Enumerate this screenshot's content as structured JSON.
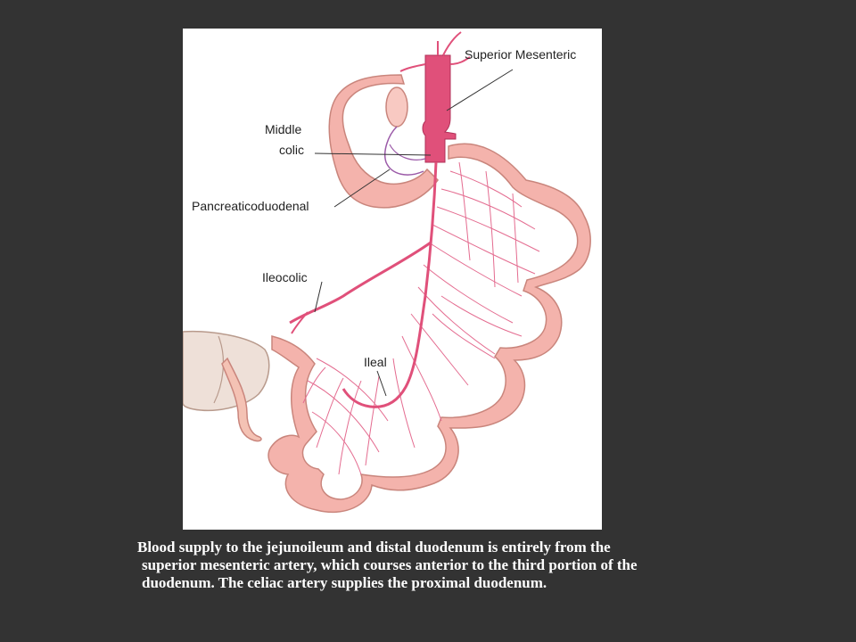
{
  "labels": {
    "superior_mesenteric": "Superior Mesenteric",
    "middle_colic_1": "Middle",
    "middle_colic_2": "colic",
    "pancreaticoduodenal": "Pancreaticoduodenal",
    "ileocolic": "Ileocolic",
    "ileal": "Ileal"
  },
  "caption": {
    "line1": "Blood supply to the jejunoileum and distal duodenum is entirely from the",
    "line2": "superior mesenteric artery, which courses anterior to the third portion of the",
    "line3": "duodenum. The celiac artery supplies the proximal duodenum."
  },
  "colors": {
    "background": "#333333",
    "bowel": "#f4b3ac",
    "bowel_outline": "#c9857c",
    "artery": "#e0507a",
    "vein_mesh": "#e46c90",
    "vessel_purple": "#9b5aa8",
    "colon": "#f0e6e0"
  }
}
